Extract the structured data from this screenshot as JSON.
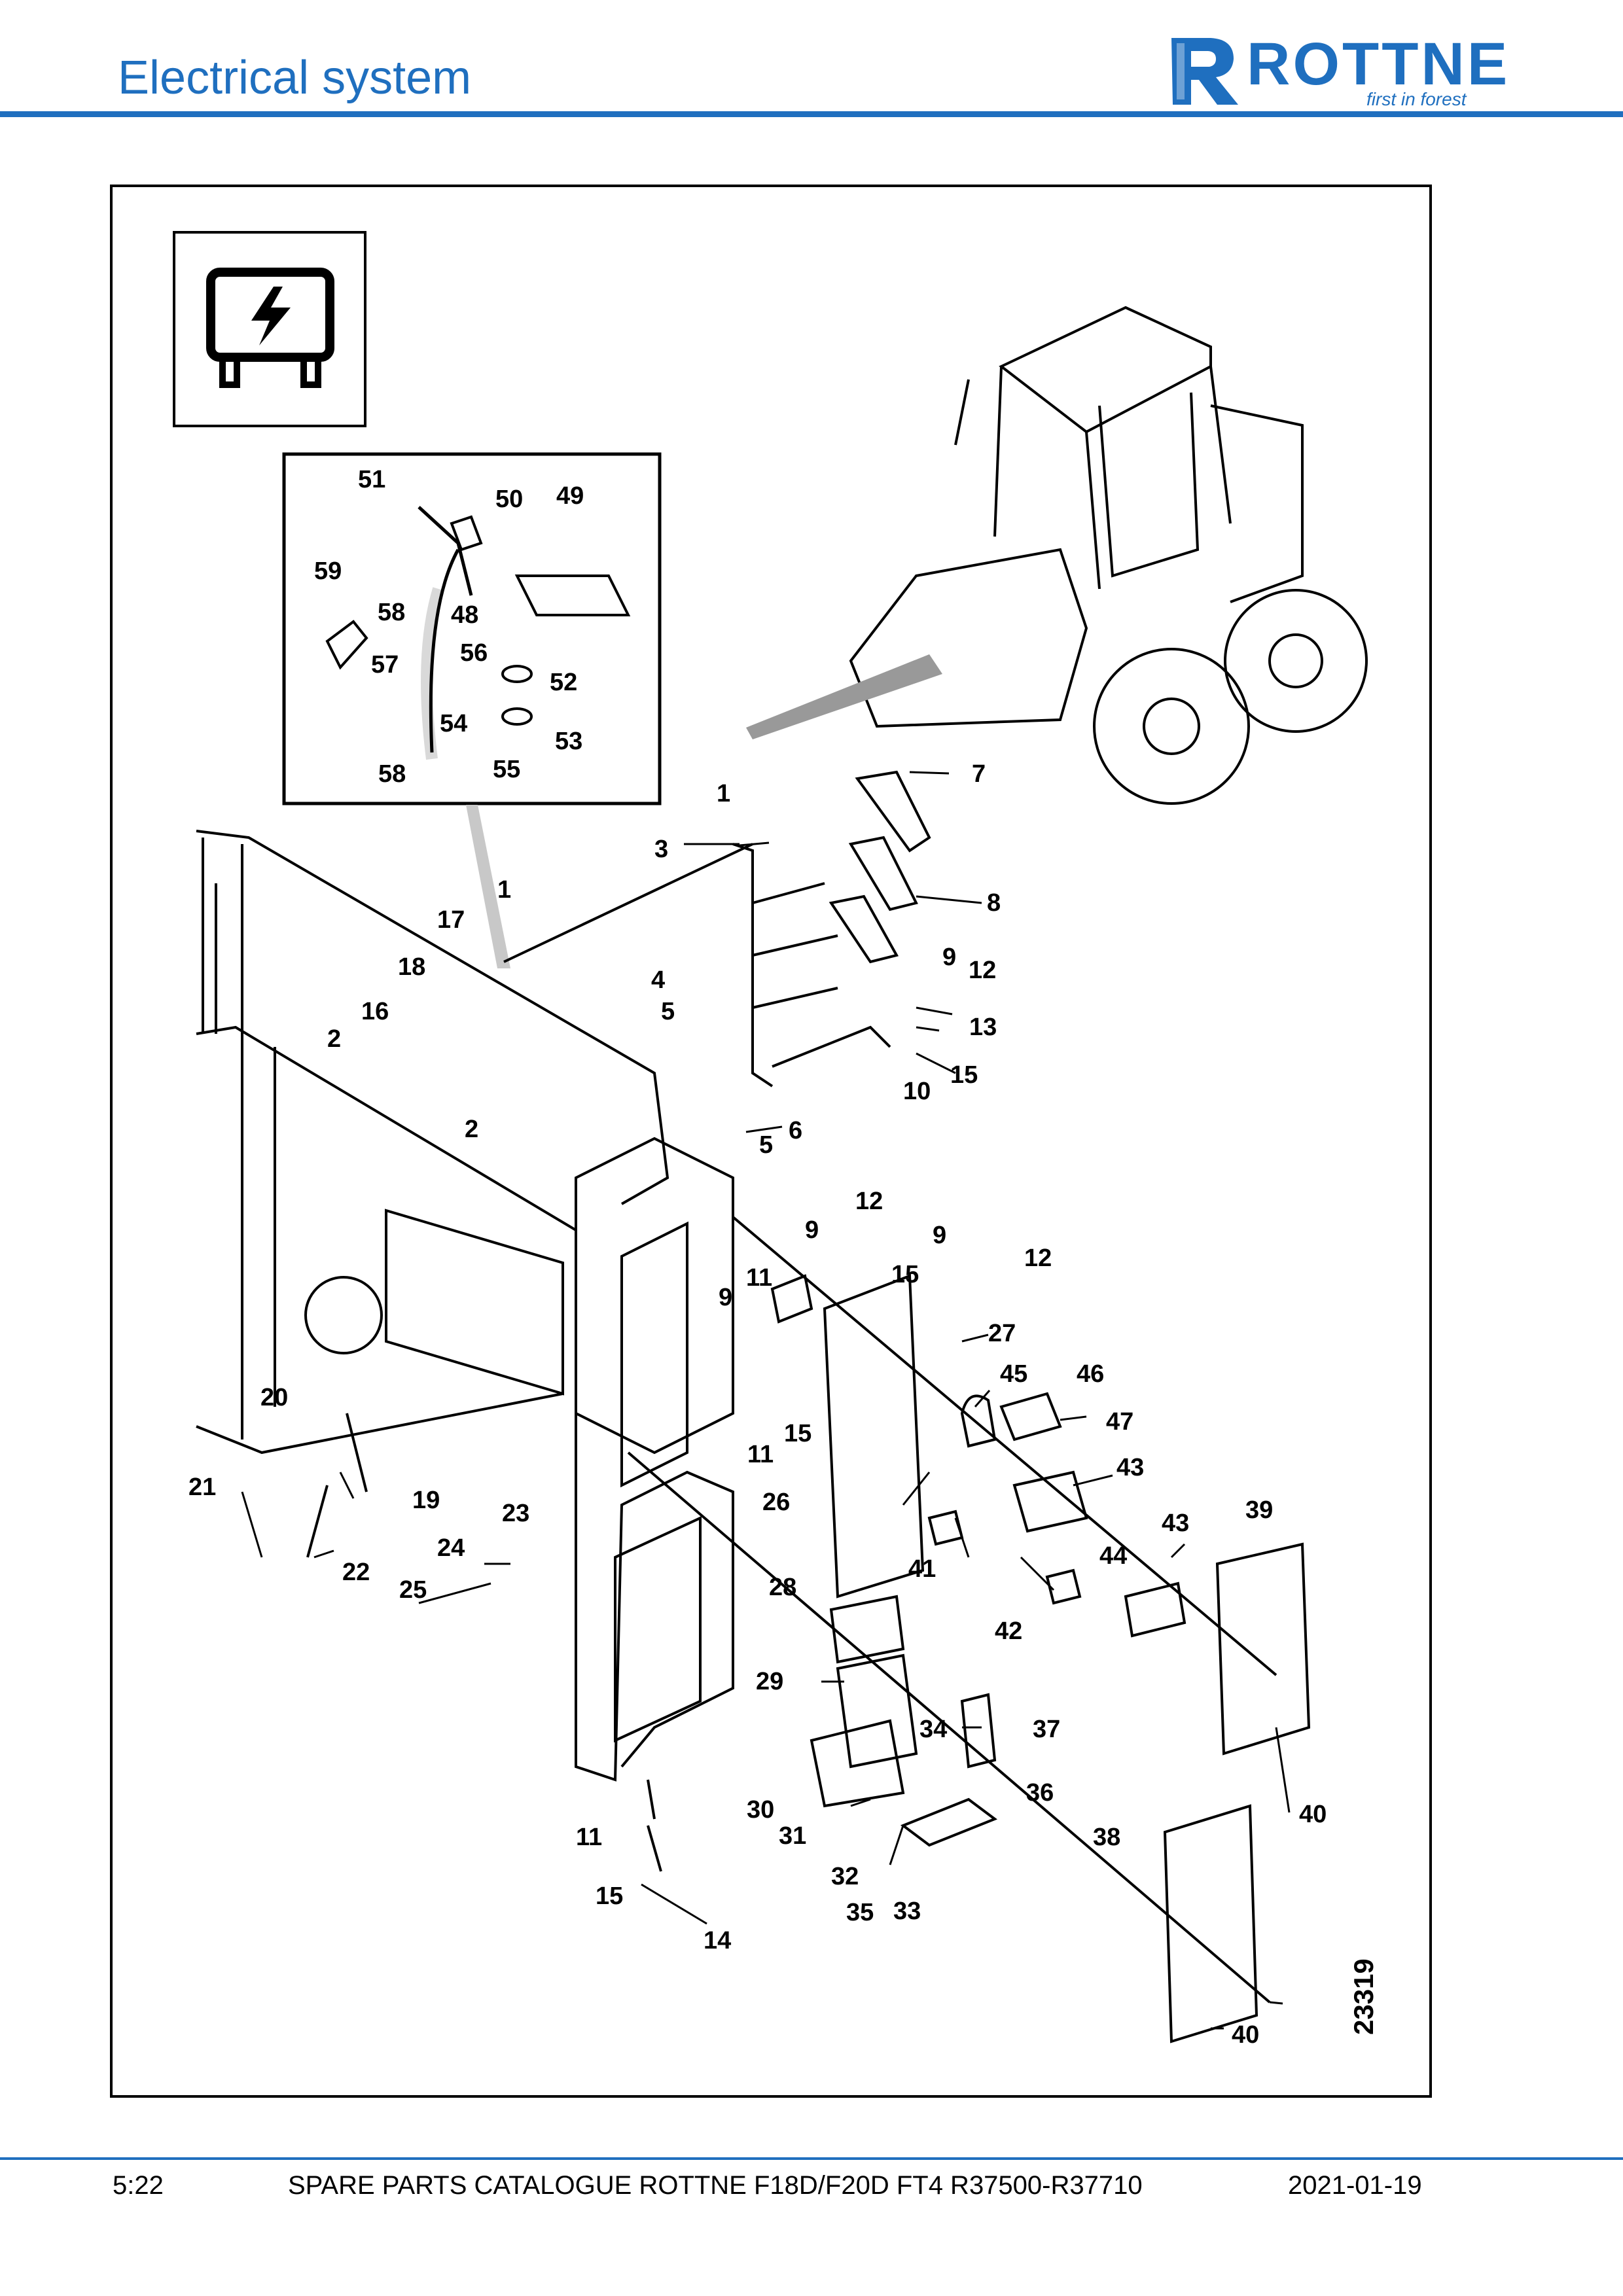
{
  "header": {
    "title": "Electrical system",
    "logo": {
      "name": "ROTTNE",
      "tagline": "first in forest",
      "color": "#1f6fbf"
    }
  },
  "diagram": {
    "icon": "electrical-fuse-icon",
    "figure_id": "23319",
    "callouts": {
      "c1a": "1",
      "c1b": "1",
      "c2a": "2",
      "c2b": "2",
      "c3": "3",
      "c4": "4",
      "c5a": "5",
      "c5b": "5",
      "c6": "6",
      "c7": "7",
      "c8": "8",
      "c9a": "9",
      "c9b": "9",
      "c9c": "9",
      "c9d": "9",
      "c10": "10",
      "c11a": "11",
      "c11b": "11",
      "c11c": "11",
      "c12a": "12",
      "c12b": "12",
      "c12c": "12",
      "c13": "13",
      "c14": "14",
      "c15a": "15",
      "c15b": "15",
      "c15c": "15",
      "c15d": "15",
      "c16": "16",
      "c17": "17",
      "c18": "18",
      "c19": "19",
      "c20": "20",
      "c21": "21",
      "c22": "22",
      "c23": "23",
      "c24": "24",
      "c25": "25",
      "c26": "26",
      "c27": "27",
      "c28": "28",
      "c29": "29",
      "c30": "30",
      "c31": "31",
      "c32": "32",
      "c33": "33",
      "c34": "34",
      "c35": "35",
      "c36": "36",
      "c37": "37",
      "c38": "38",
      "c39": "39",
      "c40a": "40",
      "c40b": "40",
      "c41": "41",
      "c42": "42",
      "c43a": "43",
      "c43b": "43",
      "c44": "44",
      "c45": "45",
      "c46": "46",
      "c47": "47",
      "c48": "48",
      "c49": "49",
      "c50": "50",
      "c51": "51",
      "c52": "52",
      "c53": "53",
      "c54": "54",
      "c55": "55",
      "c56": "56",
      "c57": "57",
      "c58a": "58",
      "c58b": "58",
      "c59": "59"
    }
  },
  "footer": {
    "page": "5:22",
    "catalogue": "SPARE PARTS CATALOGUE ROTTNE F18D/F20D FT4 R37500-R37710",
    "date": "2021-01-19"
  }
}
